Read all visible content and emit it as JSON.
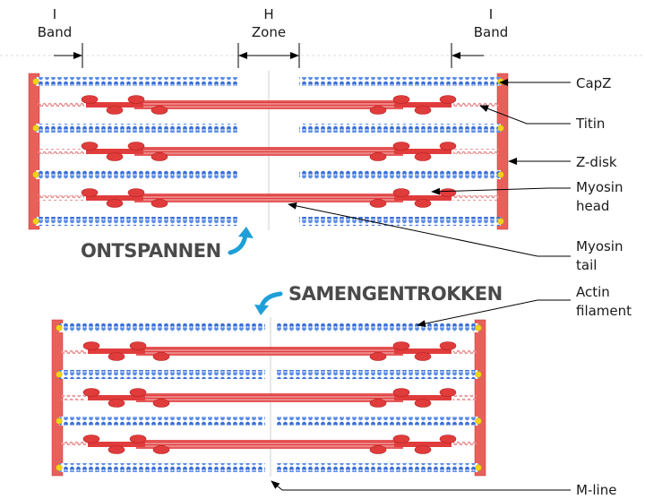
{
  "top_labels": {
    "i_band_left": [
      "I",
      "Band"
    ],
    "h_zone": [
      "H",
      "Zone"
    ],
    "i_band_right": [
      "I",
      "Band"
    ]
  },
  "states": {
    "relaxed": "ONTSPANNEN",
    "contracted": "SAMENGENTROKKEN"
  },
  "legend": {
    "capz": [
      "CapZ"
    ],
    "titin": [
      "Titin"
    ],
    "zdisk": [
      "Z-disk"
    ],
    "myosin_head": [
      "Myosin",
      "head"
    ],
    "myosin_tail": [
      "Myosin",
      "tail"
    ],
    "actin": [
      "Actin",
      "filament"
    ],
    "mline": [
      "M-line"
    ]
  },
  "colors": {
    "z_disk": "#e8605a",
    "actin": "#3a6fd8",
    "myosin": "#e03c3c",
    "capz": "#f2d21b",
    "titin": "#e88a8a",
    "arrow": "#1e9fd8",
    "text": "#1a1a1a"
  }
}
